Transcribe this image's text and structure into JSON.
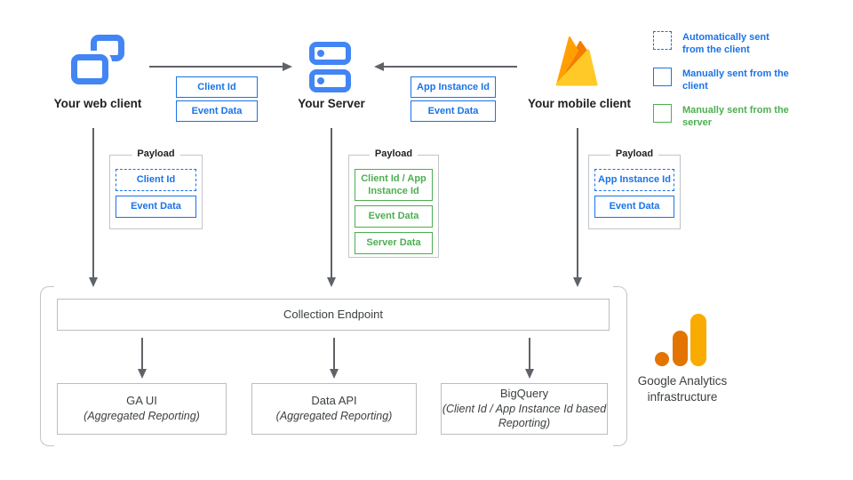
{
  "nodes": {
    "web_client": {
      "label": "Your web client",
      "icon": "browser-windows-icon"
    },
    "server": {
      "label": "Your Server",
      "icon": "server-stack-icon"
    },
    "mobile_client": {
      "label": "Your mobile client",
      "icon": "firebase-icon"
    }
  },
  "flows": {
    "web_to_server": {
      "labels": [
        "Client Id",
        "Event Data"
      ]
    },
    "mobile_to_server": {
      "labels": [
        "App Instance Id",
        "Event Data"
      ]
    }
  },
  "legend": {
    "items": [
      {
        "label": "Automatically sent from the client",
        "style": "dashed-blue",
        "color": "#1A73E8"
      },
      {
        "label": "Manually sent from the client",
        "style": "solid-blue",
        "color": "#1A73E8"
      },
      {
        "label": "Manually sent from the server",
        "style": "solid-green",
        "color": "#4CAF50"
      }
    ]
  },
  "payloads": {
    "web": {
      "title": "Payload",
      "items": [
        {
          "text": "Client Id",
          "style": "dashed-blue"
        },
        {
          "text": "Event Data",
          "style": "solid-blue"
        }
      ]
    },
    "server": {
      "title": "Payload",
      "items": [
        {
          "text": "Client Id / App Instance Id",
          "style": "solid-green"
        },
        {
          "text": "Event Data",
          "style": "solid-green"
        },
        {
          "text": "Server Data",
          "style": "solid-green"
        }
      ]
    },
    "mobile": {
      "title": "Payload",
      "items": [
        {
          "text": "App Instance Id",
          "style": "dashed-blue"
        },
        {
          "text": "Event Data",
          "style": "solid-blue"
        }
      ]
    }
  },
  "infrastructure": {
    "endpoint_label": "Collection Endpoint",
    "outputs": [
      {
        "title": "GA UI",
        "subtitle": "(Aggregated Reporting)"
      },
      {
        "title": "Data API",
        "subtitle": "(Aggregated Reporting)"
      },
      {
        "title": "BigQuery",
        "subtitle": "(Client Id / App Instance Id based Reporting)"
      }
    ],
    "caption": "Google Analytics infrastructure",
    "logo": "google-analytics-logo-icon"
  },
  "palette": {
    "icon_blue": "#4285F4",
    "accent_blue": "#1A73E8",
    "accent_green": "#4CAF50",
    "arrow_gray": "#5F6368",
    "border_gray": "#C1C4C9",
    "firebase_yellow": "#FFCA28",
    "firebase_amber": "#FFA000",
    "firebase_orange": "#F57C00",
    "ga_logo_orange": "#E37400",
    "ga_logo_yellow": "#F9AB00"
  }
}
